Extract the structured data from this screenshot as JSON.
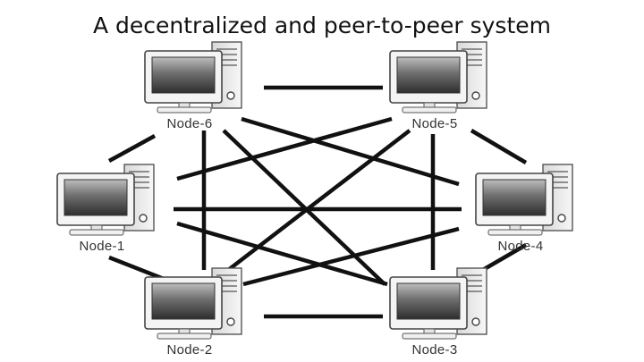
{
  "title": "A decentralized and peer-to-peer system",
  "nodes": [
    {
      "id": "node-6",
      "label": "Node-6"
    },
    {
      "id": "node-5",
      "label": "Node-5"
    },
    {
      "id": "node-1",
      "label": "Node-1"
    },
    {
      "id": "node-4",
      "label": "Node-4"
    },
    {
      "id": "node-2",
      "label": "Node-2"
    },
    {
      "id": "node-3",
      "label": "Node-3"
    }
  ],
  "node_icon": "desktop-computer-icon",
  "connections": [
    [
      "node-6",
      "node-5"
    ],
    [
      "node-6",
      "node-1"
    ],
    [
      "node-6",
      "node-2"
    ],
    [
      "node-6",
      "node-3"
    ],
    [
      "node-6",
      "node-4"
    ],
    [
      "node-5",
      "node-1"
    ],
    [
      "node-5",
      "node-2"
    ],
    [
      "node-5",
      "node-3"
    ],
    [
      "node-5",
      "node-4"
    ],
    [
      "node-1",
      "node-4"
    ],
    [
      "node-1",
      "node-2"
    ],
    [
      "node-1",
      "node-3"
    ],
    [
      "node-2",
      "node-3"
    ],
    [
      "node-2",
      "node-4"
    ],
    [
      "node-3",
      "node-4"
    ]
  ],
  "colors": {
    "line": "#111111",
    "text": "#111111"
  }
}
